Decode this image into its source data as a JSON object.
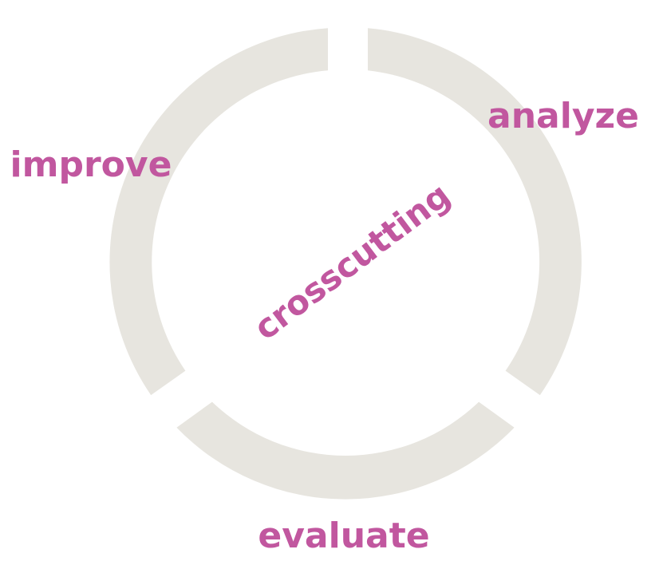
{
  "diagram": {
    "center_label": "crosscutting",
    "stages": [
      {
        "label": "analyze"
      },
      {
        "label": "evaluate"
      },
      {
        "label": "improve"
      }
    ]
  },
  "colors": {
    "ring": "#e7e5df",
    "label": "#c1579f",
    "background": "#ffffff"
  }
}
